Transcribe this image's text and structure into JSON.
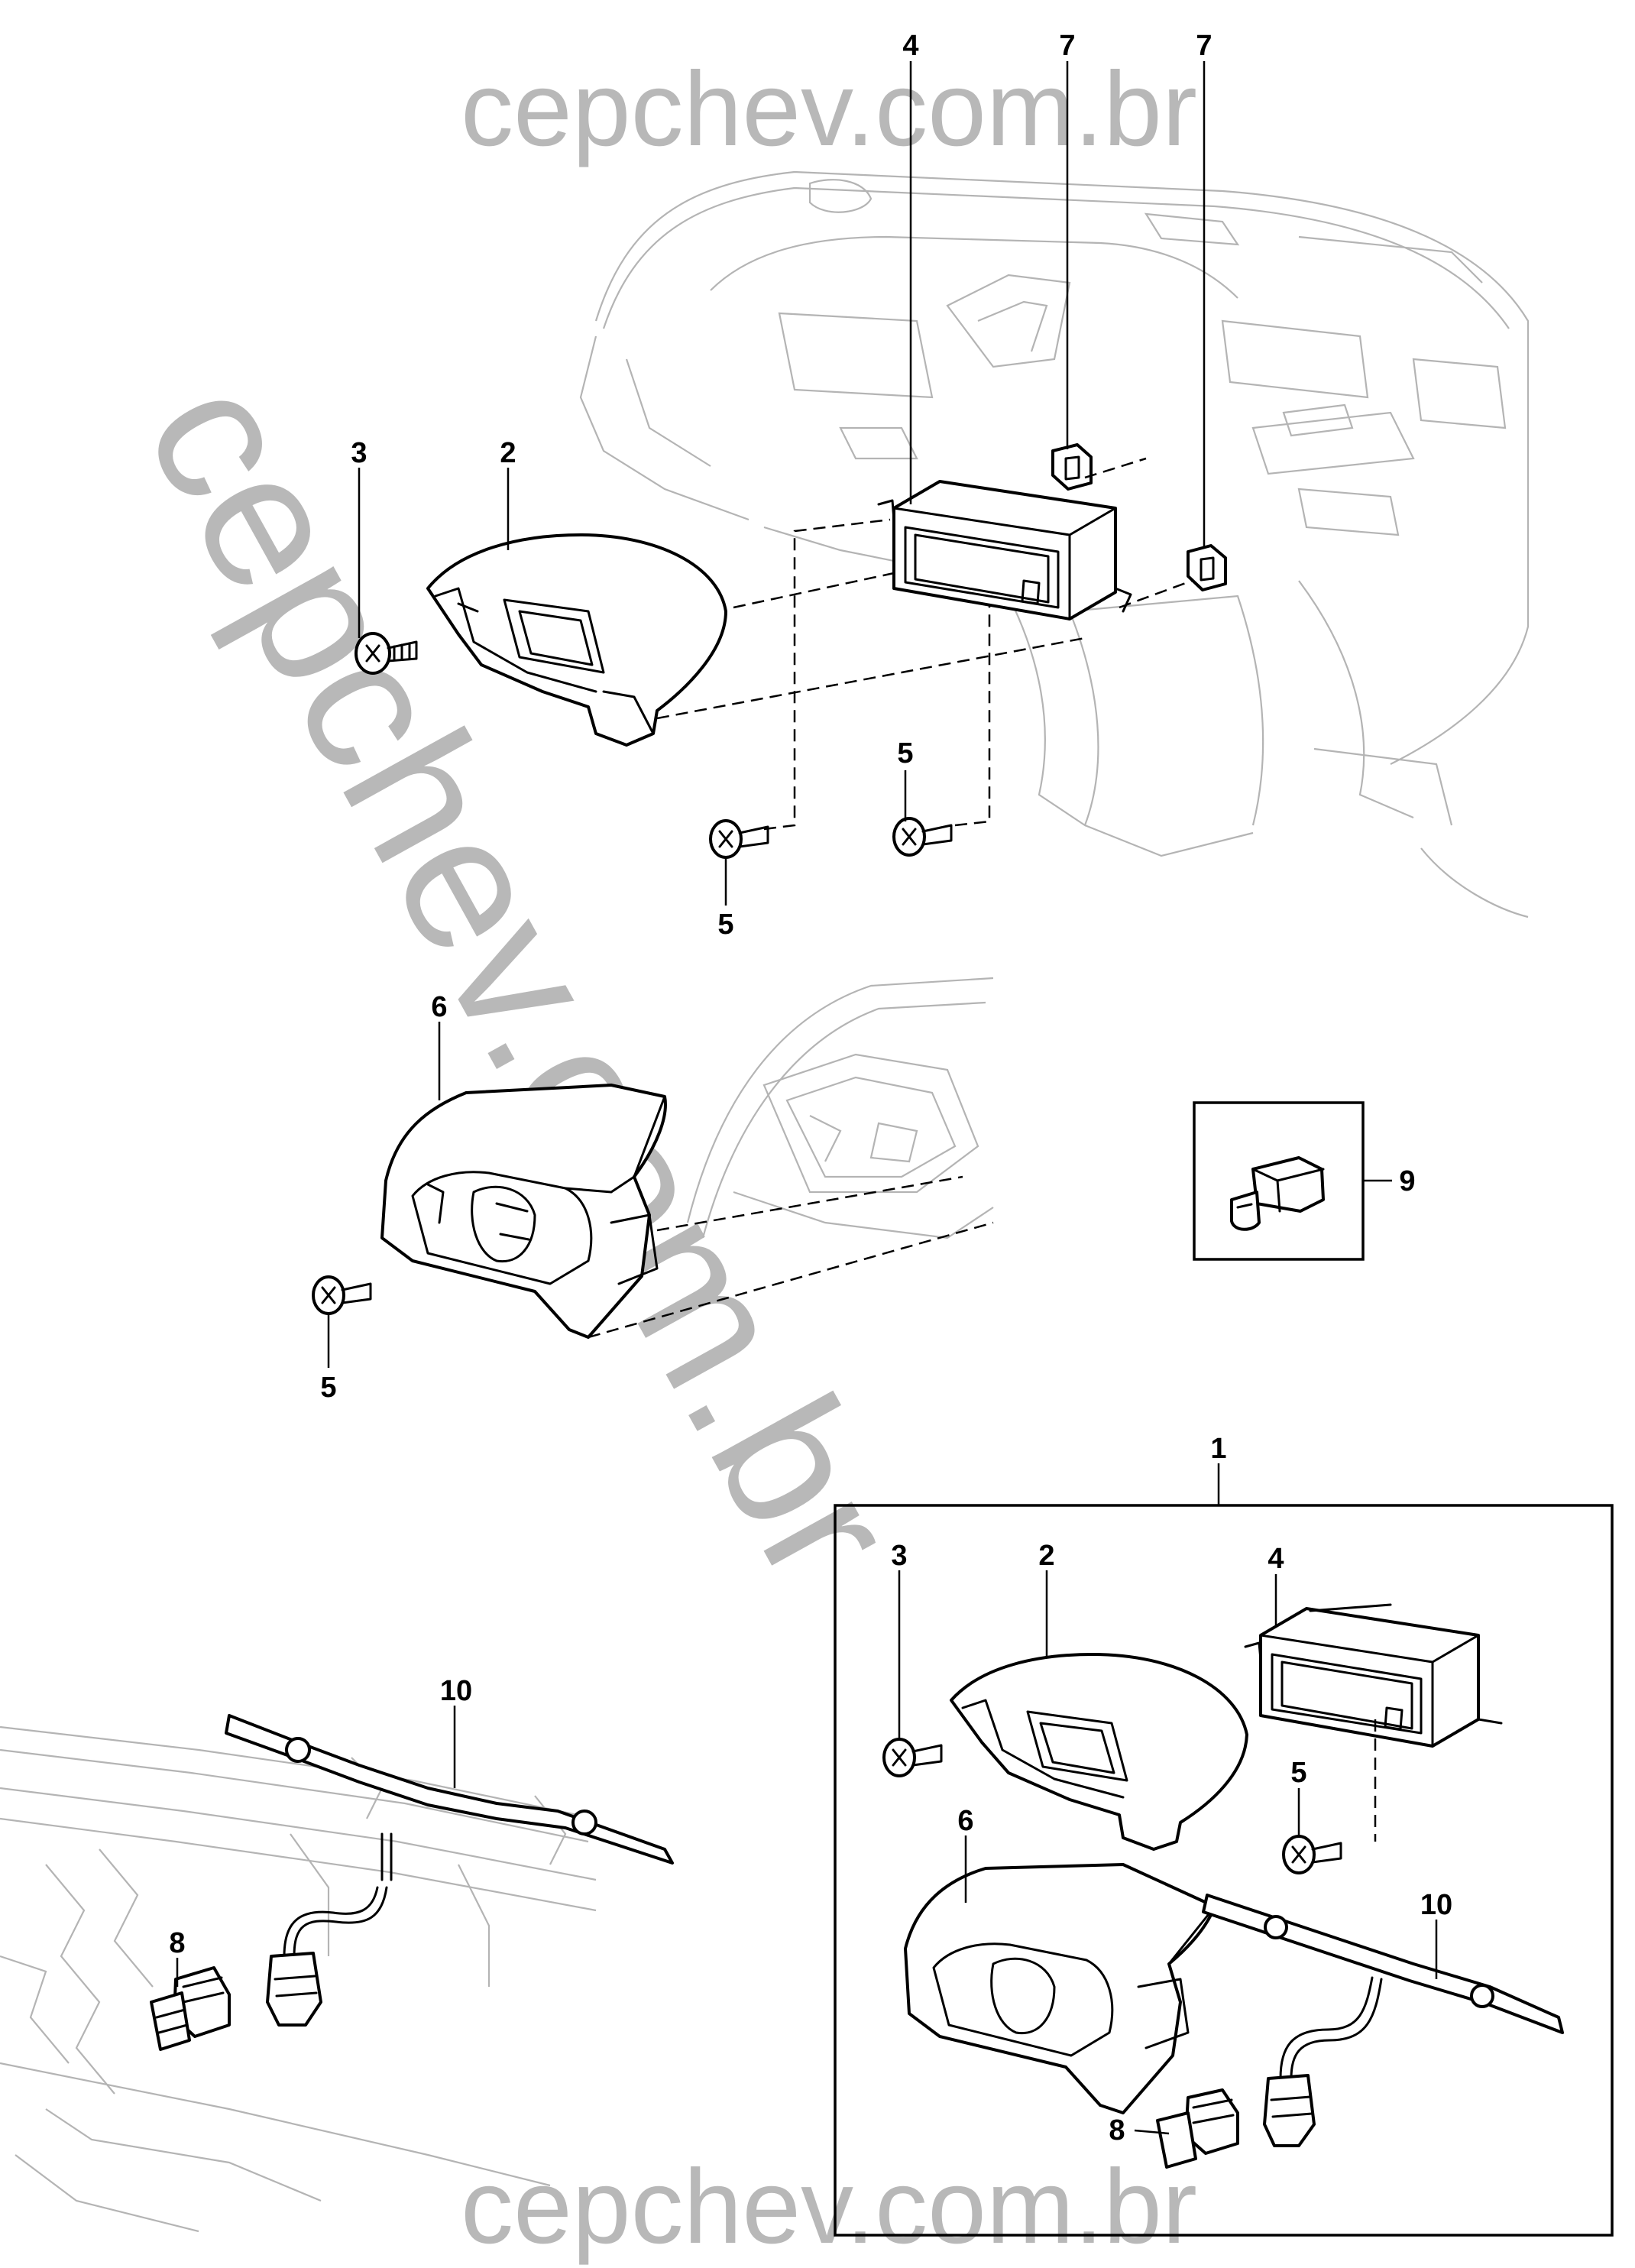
{
  "watermark": {
    "top": "cepchev.com.br",
    "diagonal": "cepchev.com.br",
    "bottom": "cepchev.com.br"
  },
  "callouts": {
    "c1": "1",
    "c2": "2",
    "c3": "3",
    "c4": "4",
    "c5a": "5",
    "c5b": "5",
    "c5c": "5",
    "c6": "6",
    "c7a": "7",
    "c7b": "7",
    "c8": "8",
    "c9": "9",
    "c10": "10",
    "kit2": "2",
    "kit3": "3",
    "kit4": "4",
    "kit5": "5",
    "kit6": "6",
    "kit8": "8",
    "kit10": "10"
  }
}
